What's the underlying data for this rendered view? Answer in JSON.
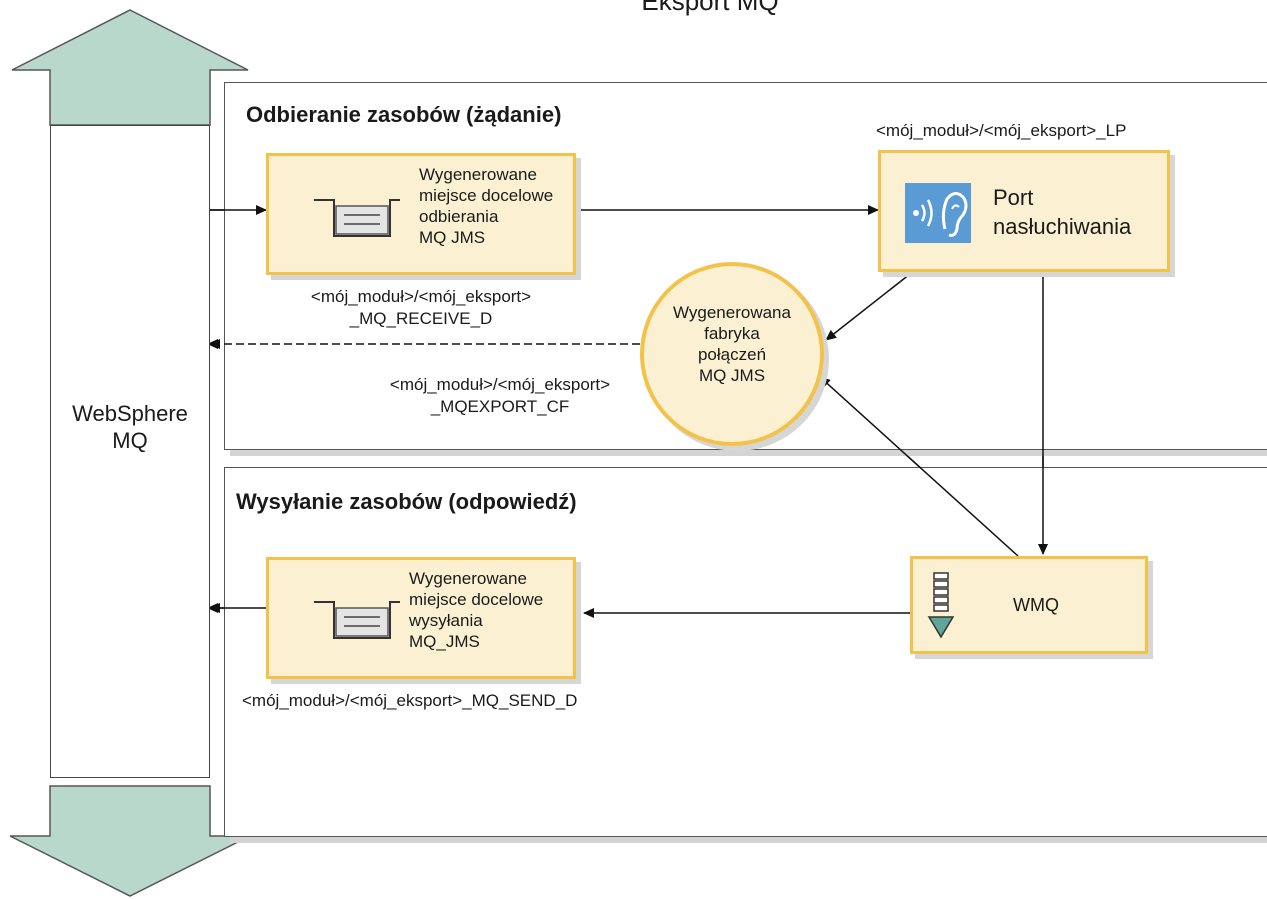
{
  "diagram": {
    "title": "Eksport MQ",
    "side_label": [
      "WebSphere",
      "MQ"
    ],
    "request_section": {
      "title": "Odbieranie zasobów (żądanie)",
      "receive_destination": {
        "lines": [
          "Wygenerowane",
          "miejsce docelowe",
          "odbierania",
          "MQ JMS"
        ],
        "jndi": [
          "<mój_moduł>/<mój_eksport>",
          "_MQ_RECEIVE_D"
        ]
      },
      "listener_port": {
        "lines": [
          "Port",
          "nasłuchiwania"
        ],
        "jndi": "<mój_moduł>/<mój_eksport>_LP"
      },
      "connection_factory": {
        "lines": [
          "Wygenerowana",
          "fabryka",
          "połączeń",
          "MQ JMS"
        ],
        "jndi": [
          "<mój_moduł>/<mój_eksport>",
          "_MQEXPORT_CF"
        ]
      }
    },
    "response_section": {
      "title": "Wysyłanie zasobów (odpowiedź)",
      "send_destination": {
        "lines": [
          "Wygenerowane",
          "miejsce docelowe",
          "wysyłania",
          "MQ_JMS"
        ],
        "jndi": "<mój_moduł>/<mój_eksport>_MQ_SEND_D"
      },
      "wmq": {
        "label": "WMQ"
      }
    },
    "colors": {
      "node_fill": "#fbf1d2",
      "node_border": "#f2c24b",
      "arrow_fill": "#b8d8cc",
      "icon_blue": "#5b9bd5"
    }
  }
}
